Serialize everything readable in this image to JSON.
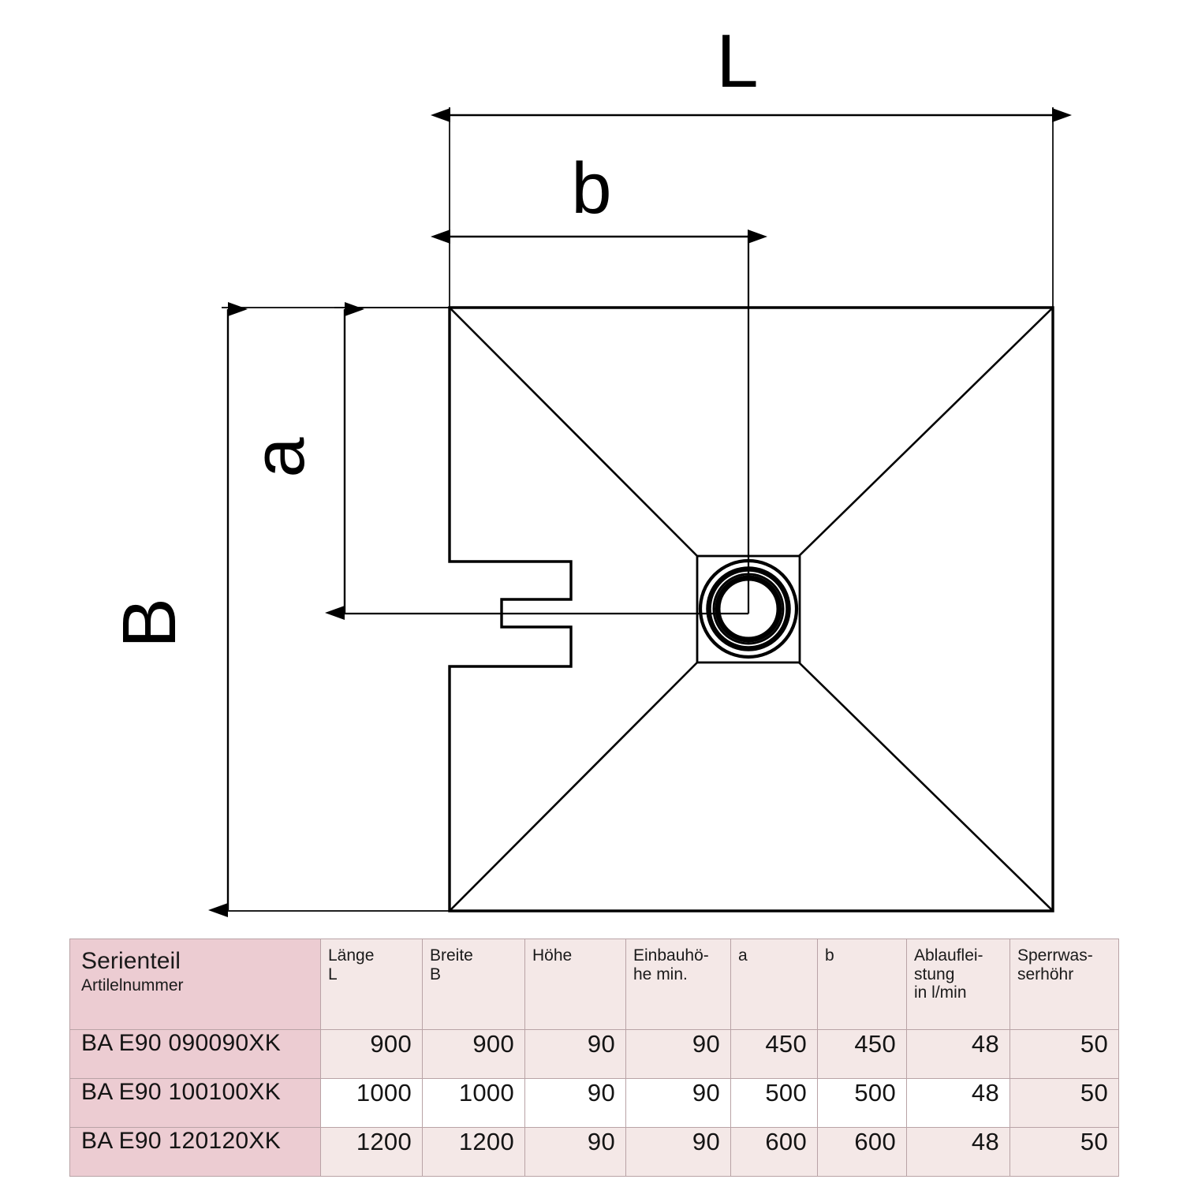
{
  "drawing": {
    "title": "Shower tray technical drawing",
    "dimension_labels": {
      "length": "L",
      "width": "B",
      "a": "a",
      "b": "b"
    },
    "icons": {
      "drain": "drain-icon",
      "notch": "side-notch-icon"
    }
  },
  "table": {
    "headers": {
      "article_main": "Serienteil",
      "article_sub": "Artilelnummer",
      "laenge": "Länge",
      "laenge_sym": "L",
      "breite": "Breite",
      "breite_sym": "B",
      "hoehe": "Höhe",
      "einbauhoehe": "Einbauhö-\nhe min.",
      "a": "a",
      "b": "b",
      "ablaufleistung": "Ablauflei-\nstung\nin l/min",
      "sperrwasser": "Sperrwas-\nserhöhr"
    },
    "rows": [
      {
        "article": "BA E90 090090XK",
        "laenge": "900",
        "breite": "900",
        "hoehe": "90",
        "einbauhoehe": "90",
        "a": "450",
        "b": "450",
        "ablaufleistung": "48",
        "sperrwasser": "50"
      },
      {
        "article": "BA E90 100100XK",
        "laenge": "1000",
        "breite": "1000",
        "hoehe": "90",
        "einbauhoehe": "90",
        "a": "500",
        "b": "500",
        "ablaufleistung": "48",
        "sperrwasser": "50"
      },
      {
        "article": "BA E90 120120XK",
        "laenge": "1200",
        "breite": "1200",
        "hoehe": "90",
        "einbauhoehe": "90",
        "a": "600",
        "b": "600",
        "ablaufleistung": "48",
        "sperrwasser": "50"
      }
    ]
  },
  "colors": {
    "header_accent": "#ecccd2",
    "cell_light": "#f4e8e7",
    "cell_white": "#ffffff",
    "border": "#b9a3a6",
    "line": "#000000"
  }
}
